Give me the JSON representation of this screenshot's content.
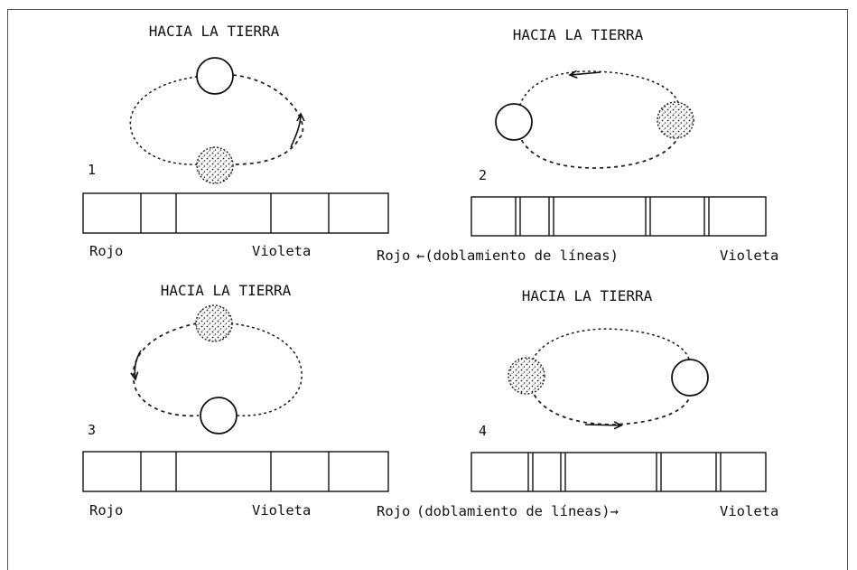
{
  "panels": [
    {
      "number": "1",
      "title": "HACIA LA TIERRA",
      "label_left": "Rojo",
      "label_right": "Violeta",
      "label_middle": "",
      "doubled": false
    },
    {
      "number": "2",
      "title": "HACIA LA TIERRA",
      "label_left": "Rojo",
      "label_right": "Violeta",
      "label_middle": "←(doblamiento de líneas)",
      "doubled": true
    },
    {
      "number": "3",
      "title": "HACIA LA TIERRA",
      "label_left": "Rojo",
      "label_right": "Violeta",
      "label_middle": "",
      "doubled": false
    },
    {
      "number": "4",
      "title": "HACIA LA TIERRA",
      "label_left": "Rojo",
      "label_right": "Violeta",
      "label_middle": "(doblamiento de líneas)→",
      "doubled": true
    }
  ]
}
